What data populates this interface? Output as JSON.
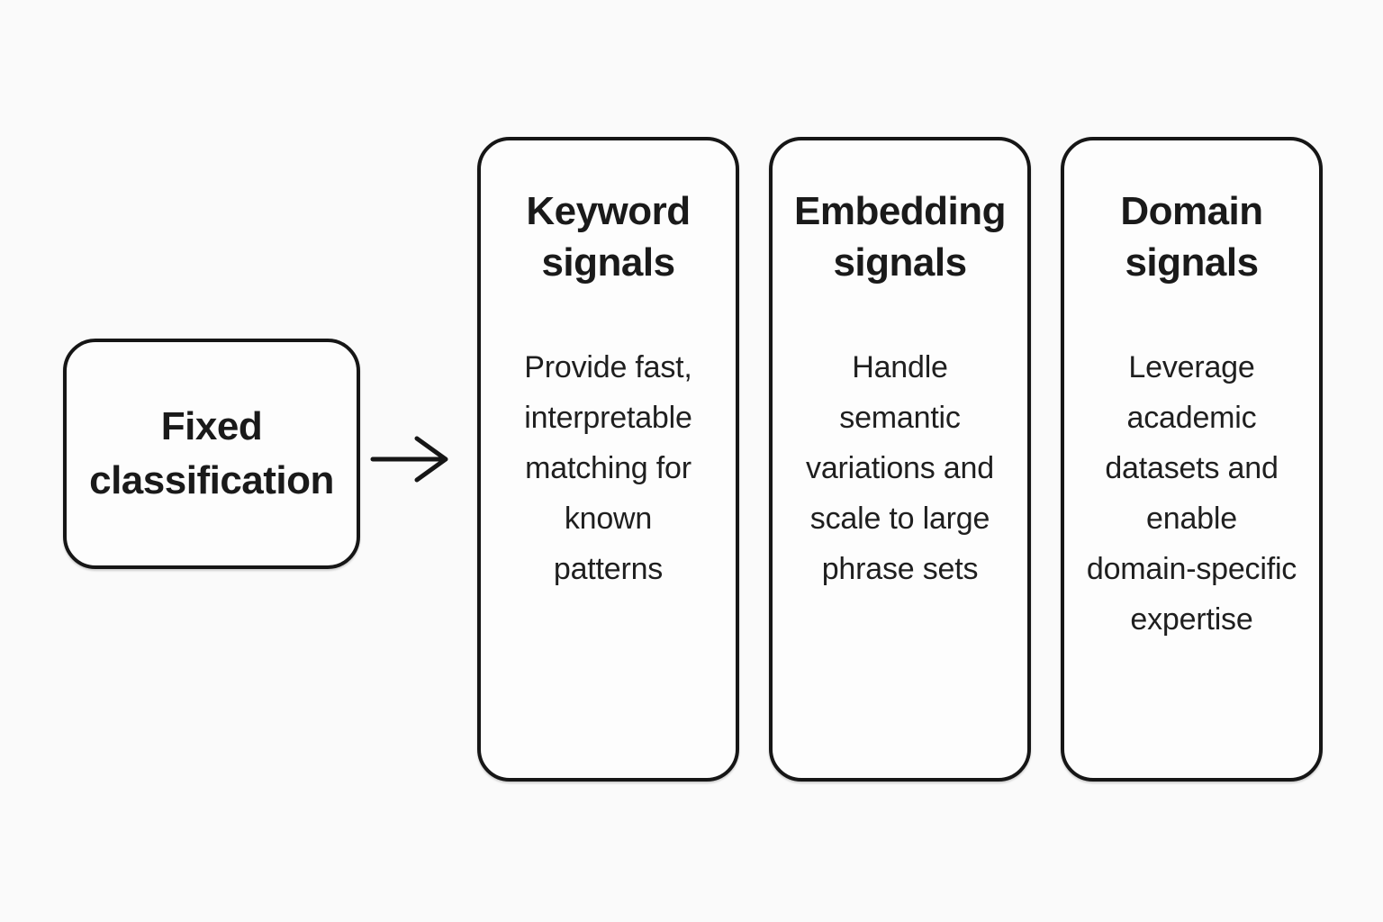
{
  "colors": {
    "background": "#fafafa",
    "card_fill": "#fdfdfd",
    "border": "#161616",
    "text": "#1a1a1a"
  },
  "source_node": {
    "label_lines": [
      "Fixed",
      "classification"
    ]
  },
  "arrow": {
    "direction": "right"
  },
  "signal_cards": [
    {
      "title_lines": [
        "Keyword",
        "signals"
      ],
      "body_lines": [
        "Provide fast,",
        "interpretable",
        "matching for",
        "known",
        "patterns"
      ]
    },
    {
      "title_lines": [
        "Embedding",
        "signals"
      ],
      "body_lines": [
        "Handle",
        "semantic",
        "variations and",
        "scale to large",
        "phrase sets"
      ]
    },
    {
      "title_lines": [
        "Domain",
        "signals"
      ],
      "body_lines": [
        "Leverage",
        "academic",
        "datasets and",
        "enable",
        "domain-specific",
        "expertise"
      ]
    }
  ]
}
